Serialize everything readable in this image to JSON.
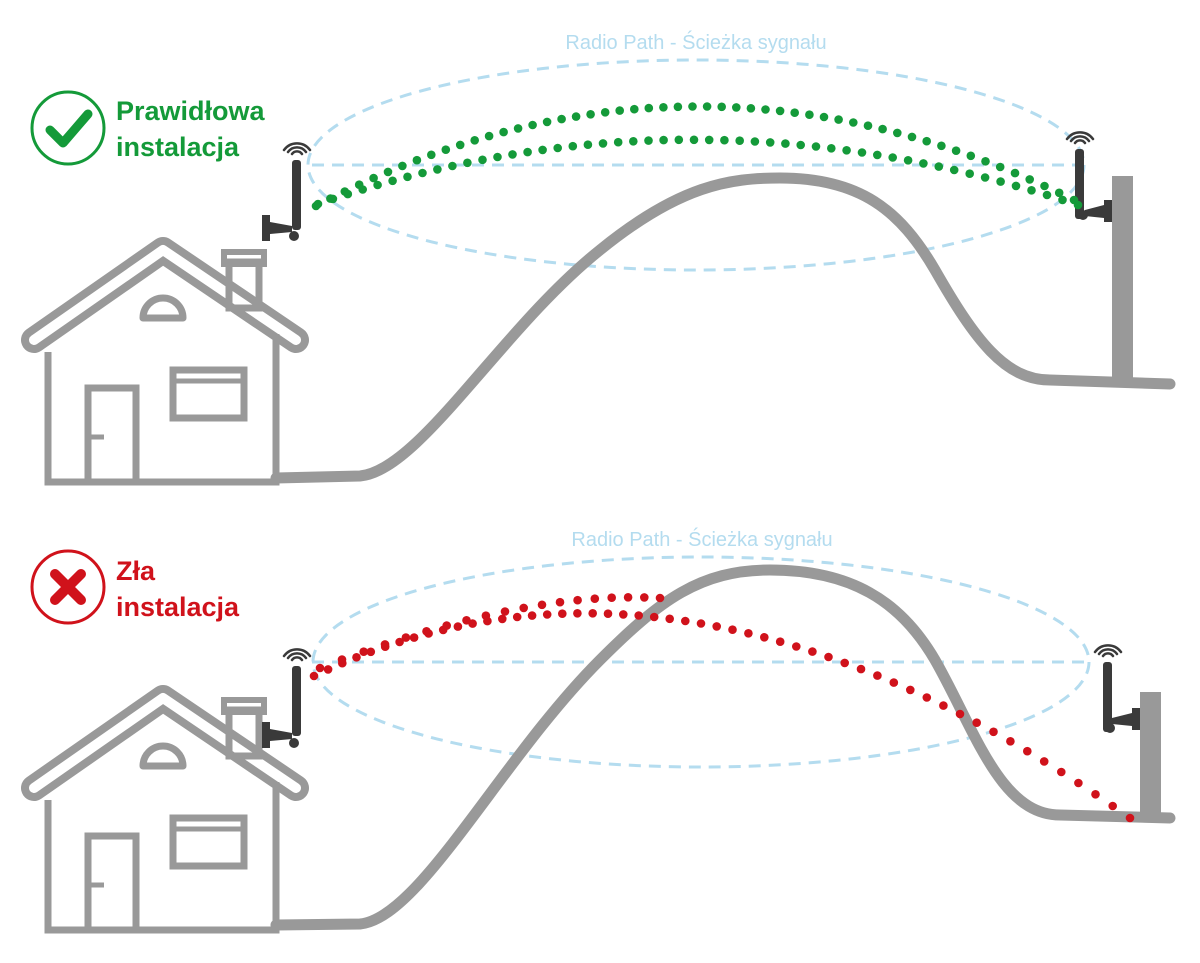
{
  "colors": {
    "good": "#149a39",
    "bad": "#d0121b",
    "radio_path": "#b4dcef",
    "terrain": "#999999",
    "antenna": "#3a3a3a"
  },
  "panels": [
    {
      "status": "correct",
      "status_icon": "check-icon",
      "label_line1": "Prawidłowa",
      "label_line2": "instalacja",
      "radio_path_label": "Radio Path - Ścieżka sygnału"
    },
    {
      "status": "incorrect",
      "status_icon": "cross-icon",
      "label_line1": "Zła",
      "label_line2": "instalacja",
      "radio_path_label": "Radio Path - Ścieżka sygnału"
    }
  ]
}
